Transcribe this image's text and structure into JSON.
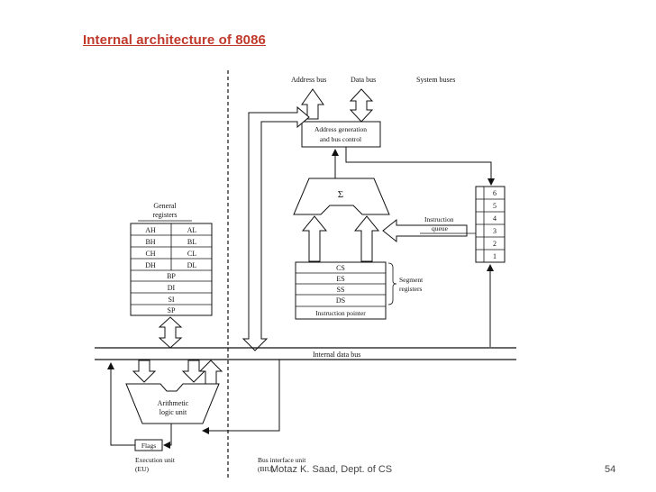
{
  "slide": {
    "title": "Internal architecture of 8086",
    "footer_author": "Motaz K. Saad, Dept. of CS",
    "page_number": "54"
  },
  "diagram": {
    "bus_labels": {
      "address_bus": "Address bus",
      "data_bus": "Data bus",
      "system_buses": "System buses",
      "internal_data_bus": "Internal data bus"
    },
    "address_generation": {
      "line1": "Address generation",
      "line2": "and bus control"
    },
    "sigma": "Σ",
    "general_registers": {
      "label_line1": "General",
      "label_line2": "registers",
      "pairs": [
        {
          "high": "AH",
          "low": "AL"
        },
        {
          "high": "BH",
          "low": "BL"
        },
        {
          "high": "CH",
          "low": "CL"
        },
        {
          "high": "DH",
          "low": "DL"
        }
      ],
      "pointer_index": [
        "BP",
        "DI",
        "SI",
        "SP"
      ]
    },
    "segment_registers": {
      "items": [
        "CS",
        "ES",
        "SS",
        "DS",
        "Instruction pointer"
      ],
      "label_line1": "Segment",
      "label_line2": "registers"
    },
    "instruction_queue": {
      "label_line1": "Instruction",
      "label_line2": "queue",
      "slots": [
        "6",
        "5",
        "4",
        "3",
        "2",
        "1"
      ]
    },
    "alu": {
      "line1": "Arithmetic",
      "line2": "logic unit"
    },
    "flags": "Flags",
    "execution_unit": {
      "line1": "Execution unit",
      "line2": "(EU)"
    },
    "bus_interface_unit": {
      "line1": "Bus interface unit",
      "line2": "(BIU)"
    }
  }
}
